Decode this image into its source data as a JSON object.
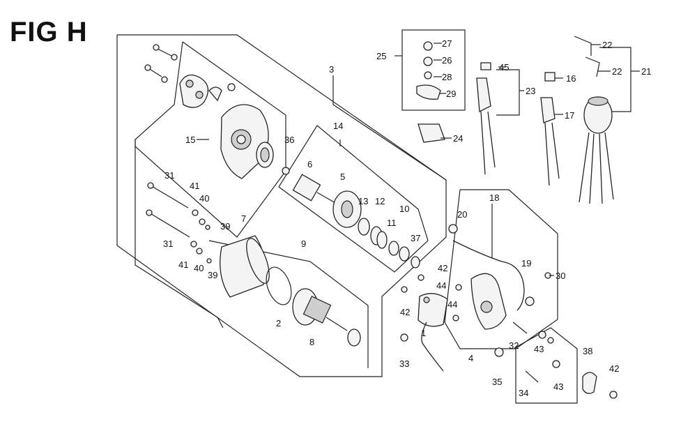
{
  "figure": {
    "title": "FIG H"
  },
  "callouts": [
    {
      "id": "c1",
      "text": "1"
    },
    {
      "id": "c2",
      "text": "2"
    },
    {
      "id": "c3",
      "text": "3"
    },
    {
      "id": "c4",
      "text": "4"
    },
    {
      "id": "c5",
      "text": "5"
    },
    {
      "id": "c6",
      "text": "6"
    },
    {
      "id": "c7",
      "text": "7"
    },
    {
      "id": "c8",
      "text": "8"
    },
    {
      "id": "c9",
      "text": "9"
    },
    {
      "id": "c10",
      "text": "10"
    },
    {
      "id": "c11",
      "text": "11"
    },
    {
      "id": "c12",
      "text": "12"
    },
    {
      "id": "c13",
      "text": "13"
    },
    {
      "id": "c14",
      "text": "14"
    },
    {
      "id": "c15",
      "text": "15"
    },
    {
      "id": "c16",
      "text": "16"
    },
    {
      "id": "c17",
      "text": "17"
    },
    {
      "id": "c18",
      "text": "18"
    },
    {
      "id": "c19",
      "text": "19"
    },
    {
      "id": "c20",
      "text": "20"
    },
    {
      "id": "c21",
      "text": "21"
    },
    {
      "id": "c22a",
      "text": "22"
    },
    {
      "id": "c22b",
      "text": "22"
    },
    {
      "id": "c23",
      "text": "23"
    },
    {
      "id": "c24",
      "text": "24"
    },
    {
      "id": "c25",
      "text": "25"
    },
    {
      "id": "c26",
      "text": "26"
    },
    {
      "id": "c27",
      "text": "27"
    },
    {
      "id": "c28",
      "text": "28"
    },
    {
      "id": "c29",
      "text": "29"
    },
    {
      "id": "c30",
      "text": "30"
    },
    {
      "id": "c31a",
      "text": "31"
    },
    {
      "id": "c31b",
      "text": "31"
    },
    {
      "id": "c32",
      "text": "32"
    },
    {
      "id": "c33",
      "text": "33"
    },
    {
      "id": "c34",
      "text": "34"
    },
    {
      "id": "c35",
      "text": "35"
    },
    {
      "id": "c36",
      "text": "36"
    },
    {
      "id": "c37",
      "text": "37"
    },
    {
      "id": "c38",
      "text": "38"
    },
    {
      "id": "c39a",
      "text": "39"
    },
    {
      "id": "c39b",
      "text": "39"
    },
    {
      "id": "c40a",
      "text": "40"
    },
    {
      "id": "c40b",
      "text": "40"
    },
    {
      "id": "c41a",
      "text": "41"
    },
    {
      "id": "c41b",
      "text": "41"
    },
    {
      "id": "c42a",
      "text": "42"
    },
    {
      "id": "c42b",
      "text": "42"
    },
    {
      "id": "c42c",
      "text": "42"
    },
    {
      "id": "c43a",
      "text": "43"
    },
    {
      "id": "c43b",
      "text": "43"
    },
    {
      "id": "c44a",
      "text": "44"
    },
    {
      "id": "c44b",
      "text": "44"
    },
    {
      "id": "c45",
      "text": "45"
    }
  ]
}
